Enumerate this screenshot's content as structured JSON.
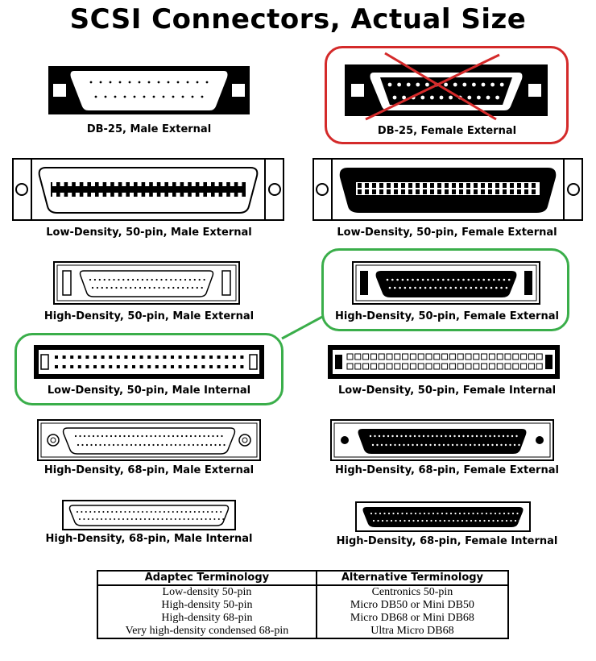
{
  "title": "SCSI Connectors, Actual Size",
  "connectors": [
    {
      "label": "DB-25, Male External"
    },
    {
      "label": "DB-25, Female External"
    },
    {
      "label": "Low-Density, 50-pin, Male External"
    },
    {
      "label": "Low-Density, 50-pin, Female External"
    },
    {
      "label": "High-Density, 50-pin, Male External"
    },
    {
      "label": "High-Density, 50-pin, Female External"
    },
    {
      "label": "Low-Density, 50-pin, Male Internal"
    },
    {
      "label": "Low-Density, 50-pin, Female Internal"
    },
    {
      "label": "High-Density, 68-pin, Male External"
    },
    {
      "label": "High-Density, 68-pin, Female External"
    },
    {
      "label": "High-Density, 68-pin, Male Internal"
    },
    {
      "label": "High-Density, 68-pin, Female Internal"
    }
  ],
  "highlight_colors": {
    "crossed": "#d42a2a",
    "equivalent": "#3aae4a"
  },
  "table": {
    "headers": [
      "Adaptec Terminology",
      "Alternative Terminology"
    ],
    "rows": [
      [
        "Low-density 50-pin",
        "Centronics 50-pin"
      ],
      [
        "High-density 50-pin",
        "Micro DB50 or Mini DB50"
      ],
      [
        "High-density 68-pin",
        "Micro DB68 or Mini DB68"
      ],
      [
        "Very high-density condensed 68-pin",
        "Ultra Micro DB68"
      ]
    ]
  }
}
